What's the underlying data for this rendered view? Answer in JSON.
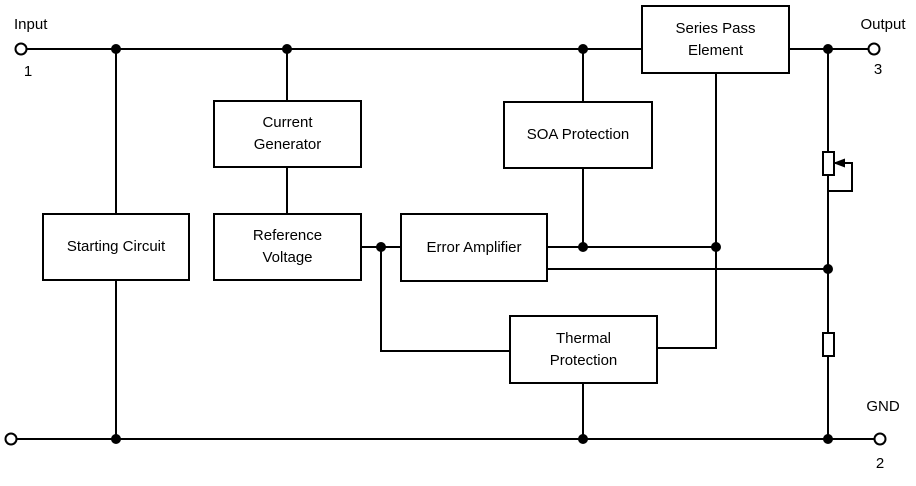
{
  "diagram": {
    "terminals": {
      "input": {
        "label": "Input",
        "pin": "1"
      },
      "output": {
        "label": "Output",
        "pin": "3"
      },
      "ground": {
        "label": "GND",
        "pin": "2"
      }
    },
    "blocks": {
      "series_pass": "Series Pass\nElement",
      "current_generator": "Current\nGenerator",
      "soa_protection": "SOA Protection",
      "starting_circuit": "Starting Circuit",
      "reference_voltage": "Reference\nVoltage",
      "error_amplifier": "Error Amplifier",
      "thermal_protection": "Thermal\nProtection"
    },
    "colors": {
      "line": "#000000",
      "background": "#ffffff",
      "text": "#000000"
    }
  }
}
